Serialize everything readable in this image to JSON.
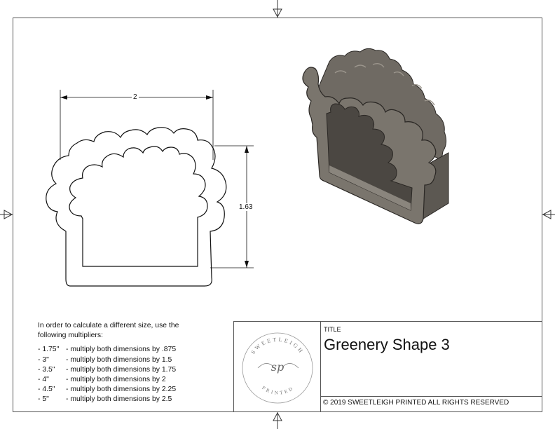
{
  "drawing": {
    "width_value": "2",
    "height_value": "1.63"
  },
  "note": {
    "intro": "In order to calculate a different size, use the following multipliers:",
    "rows": [
      {
        "size": "- 1.75\"",
        "text": "- multiply both dimensions by .875"
      },
      {
        "size": "- 3\"",
        "text": "- multiply both dimensions by 1.5"
      },
      {
        "size": "- 3.5\"",
        "text": "- multiply both dimensions by 1.75"
      },
      {
        "size": "- 4\"",
        "text": "- multiply both dimensions by 2"
      },
      {
        "size": "- 4.5\"",
        "text": "- multiply both dimensions by 2.25"
      },
      {
        "size": "- 5\"",
        "text": "- multiply both dimensions by 2.5"
      }
    ]
  },
  "titleblock": {
    "label": "TITLE",
    "title": "Greenery Shape 3",
    "copyright": "© 2019  SWEETLEIGH PRINTED  ALL RIGHTS RESERVED"
  },
  "logo": {
    "top_text": "SWEETLEIGH",
    "bottom_text": "PRINTED",
    "monogram": "sp"
  },
  "colors": {
    "model_fill": "#6f6a63",
    "model_dark": "#4b4742",
    "line": "#111111"
  }
}
